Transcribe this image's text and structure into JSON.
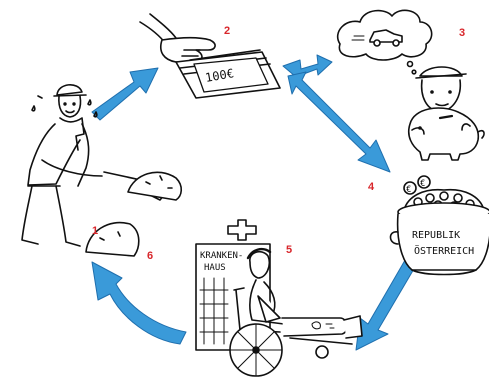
{
  "colors": {
    "arrow": "#3a9ad9",
    "arrow_dark": "#1f6fae",
    "step_number": "#d8262b",
    "ink": "#111111"
  },
  "steps": [
    {
      "number": "1",
      "icon": "worker-shoveling-icon"
    },
    {
      "number": "2",
      "icon": "hand-with-money-icon"
    },
    {
      "number": "3",
      "icon": "saver-with-piggy-bank-icon"
    },
    {
      "number": "4",
      "icon": "state-money-pot-icon"
    },
    {
      "number": "5",
      "icon": "hospital-patient-icon"
    },
    {
      "number": "6",
      "icon": "cycle-arrow-icon"
    }
  ],
  "labels": {
    "money_note": "100€",
    "pot_line1": "REPUBLIK",
    "pot_line2": "ÖSTERREICH",
    "hospital_line1": "KRANKEN-",
    "hospital_line2": "HAUS",
    "coin_symbol": "€"
  }
}
